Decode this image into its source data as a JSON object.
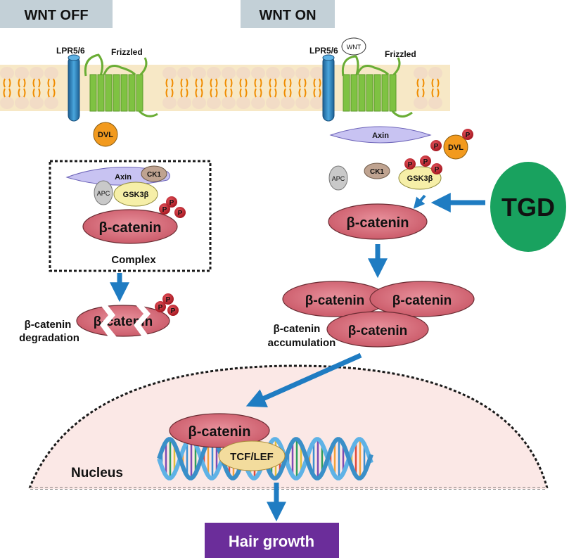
{
  "panels": {
    "off": {
      "title": "WNT OFF"
    },
    "on": {
      "title": "WNT ON"
    }
  },
  "labels": {
    "receptor": "LPR5/6",
    "frizzled": "Frizzled",
    "wnt": "WNT",
    "dvl": "DVL",
    "axin": "Axin",
    "ck1": "CK1",
    "apc": "APC",
    "gsk3b": "GSK3β",
    "phospho": "P",
    "beta_catenin": "β-catenin",
    "beta_catenin_broken": "β-catenin",
    "complex": "Complex",
    "degradation_line1": "β-catenin",
    "degradation_line2": "degradation",
    "accumulation_line1": "β-catenin",
    "accumulation_line2": "accumulation",
    "tgd": "TGD",
    "tcf_lef": "TCF/LEF",
    "nucleus": "Nucleus",
    "outcome": "Hair growth"
  },
  "colors": {
    "title_bg": "#c3d0d7",
    "membrane": "#f7e8c6",
    "lipid_head": "#f2dcc6",
    "lipid_tail": "#f08c00",
    "receptor": "#2f88c3",
    "frizzled": "#7fc242",
    "dvl": "#f29a1e",
    "axin": "#c8c3f2",
    "ck1": "#bfa390",
    "apc": "#c9c9c9",
    "gsk3b": "#f6efa8",
    "phospho": "#c4202a",
    "beta_catenin": "#d76a78",
    "arrow": "#1f7cc2",
    "tgd": "#19a25f",
    "nucleus": "#fbe8e6",
    "tcf_lef": "#f3dc9d",
    "outcome_bg": "#6b2d9a"
  }
}
